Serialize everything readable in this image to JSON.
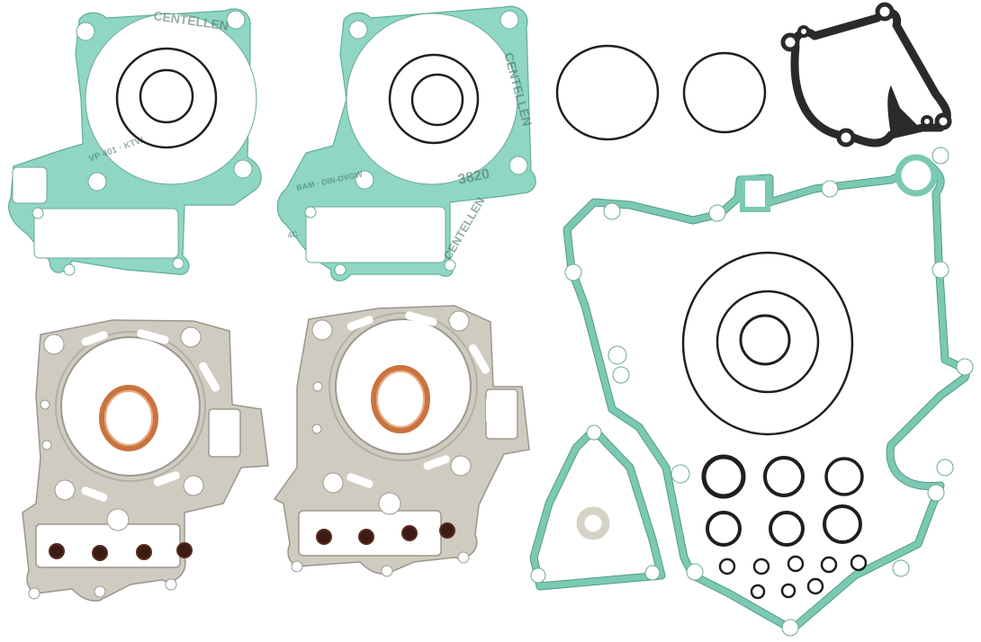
{
  "image": {
    "subject": "Complete engine gasket kit",
    "background_color": "#ffffff"
  },
  "print_text": {
    "brand": "CENTELLEN",
    "cert_1": "BAM · DIN-DVGW",
    "cert_2": "VP 401 · KTW",
    "code": "3820",
    "code_2": "4C"
  },
  "colors": {
    "fiber_gasket": "#8fd6c4",
    "steel_gasket": "#cfcbc0",
    "copper_ring": "#c9733f",
    "valve_seal": "#3b1c14",
    "o_ring": "#1f1f1f",
    "black_gasket": "#2a2a2a"
  },
  "parts": [
    {
      "name": "cylinder-base-gasket",
      "material": "fiber",
      "count": 2
    },
    {
      "name": "cylinder-o-ring-large",
      "material": "rubber",
      "count": 2
    },
    {
      "name": "cylinder-o-ring-small",
      "material": "rubber",
      "count": 2
    },
    {
      "name": "loose-o-ring",
      "material": "rubber",
      "count": 2
    },
    {
      "name": "water-pump-gasket",
      "material": "black-rubber-coated",
      "count": 1
    },
    {
      "name": "cylinder-head-gasket",
      "material": "multi-layer-steel",
      "count": 2
    },
    {
      "name": "exhaust-copper-ring",
      "material": "copper",
      "count": 2
    },
    {
      "name": "valve-stem-seal",
      "material": "rubber",
      "count": 8
    },
    {
      "name": "crankcase-cover-gasket",
      "material": "fiber",
      "count": 1
    },
    {
      "name": "clutch-cover-o-ring",
      "material": "rubber",
      "count": 3
    },
    {
      "name": "ignition-cover-gasket",
      "material": "fiber",
      "count": 1
    },
    {
      "name": "sealing-washer",
      "material": "aluminium",
      "count": 1
    },
    {
      "name": "medium-o-ring",
      "material": "rubber",
      "count": 6
    },
    {
      "name": "small-o-ring",
      "material": "rubber",
      "count": 8
    }
  ]
}
